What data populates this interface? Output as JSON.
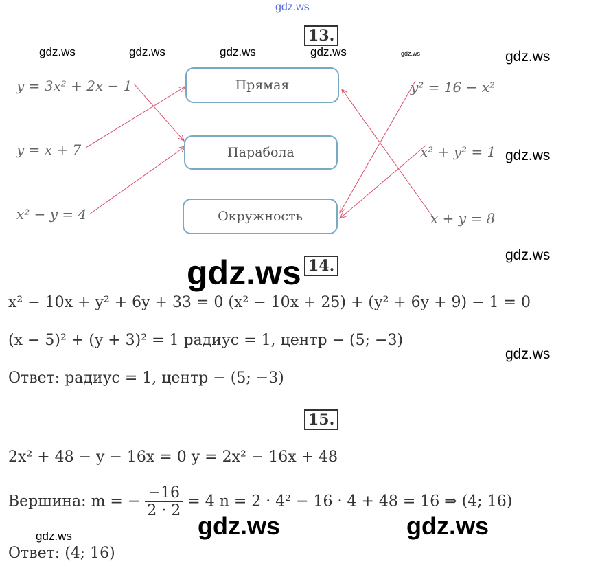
{
  "watermarks": [
    "gdz.ws",
    "gdz.ws",
    "gdz.ws",
    "gdz.ws",
    "gdz.ws",
    "gdz.ws",
    "gdz.ws",
    "gdz.ws",
    "gdz.ws",
    "gdz.ws",
    "gdz.ws",
    "gdz.ws",
    "gdz.ws"
  ],
  "task13": {
    "number": "13.",
    "left": [
      "y = 3x² + 2x − 1",
      "y = x + 7",
      "x² − y = 4"
    ],
    "boxes": [
      "Прямая",
      "Парабола",
      "Окружность"
    ],
    "right": [
      "y² = 16 − x²",
      "x² + y² = 1",
      "x + y = 8"
    ],
    "arrow_color": "#d9506a"
  },
  "task14": {
    "number": "14.",
    "line1": "x² − 10x + y² + 6y + 33 = 0    (x² − 10x + 25) + (y² + 6y + 9) − 1 = 0",
    "line2": "(x − 5)² + (y + 3)² = 1    радиус = 1, центр − (5; −3)",
    "answer": "Ответ: радиус = 1, центр − (5; −3)"
  },
  "task15": {
    "number": "15.",
    "line1": "2x² + 48 − y − 16x = 0    y = 2x² − 16x + 48",
    "vertex_prefix": "Вершина: m = −",
    "frac_num": "−16",
    "frac_den": "2 · 2",
    "vertex_suffix": "= 4    n = 2 · 4² − 16 · 4 + 48 = 16 ⇒ (4; 16)",
    "answer": "Ответ: (4; 16)"
  }
}
